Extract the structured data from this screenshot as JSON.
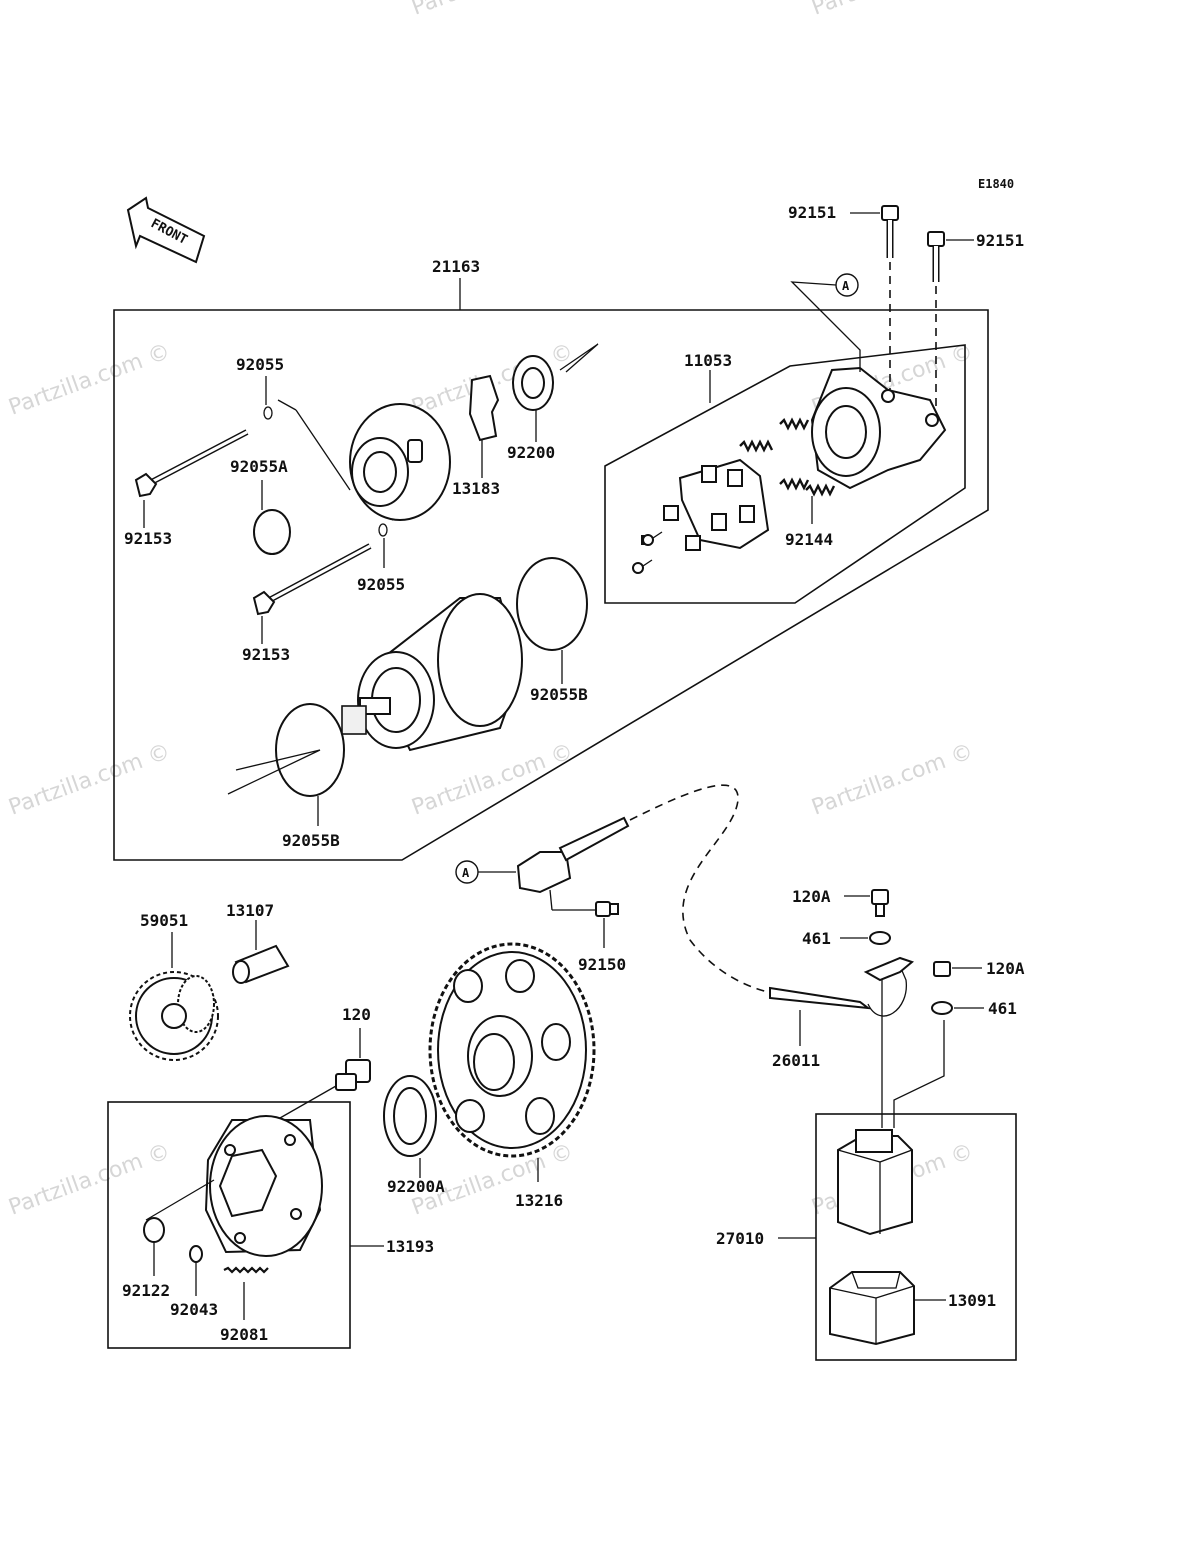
{
  "diagram_code": "E1840",
  "watermark": "Partzilla.com ©",
  "front_arrow_label": "FRONT",
  "callout": "A",
  "parts": {
    "p21163": "21163",
    "p11053": "11053",
    "p92151a": "92151",
    "p92151b": "92151",
    "p92055a": "92055",
    "p92055b": "92055",
    "p92055A": "92055A",
    "p92055Ba": "92055B",
    "p92055Bb": "92055B",
    "p92153a": "92153",
    "p92153b": "92153",
    "p13183": "13183",
    "p92200": "92200",
    "p92144": "92144",
    "p59051": "59051",
    "p13107": "13107",
    "p120": "120",
    "p92150": "92150",
    "p92200A": "92200A",
    "p13216": "13216",
    "p13193": "13193",
    "p92122": "92122",
    "p92043": "92043",
    "p92081": "92081",
    "p120Aa": "120A",
    "p120Ab": "120A",
    "p461a": "461",
    "p461b": "461",
    "p26011": "26011",
    "p27010": "27010",
    "p13091": "13091"
  }
}
